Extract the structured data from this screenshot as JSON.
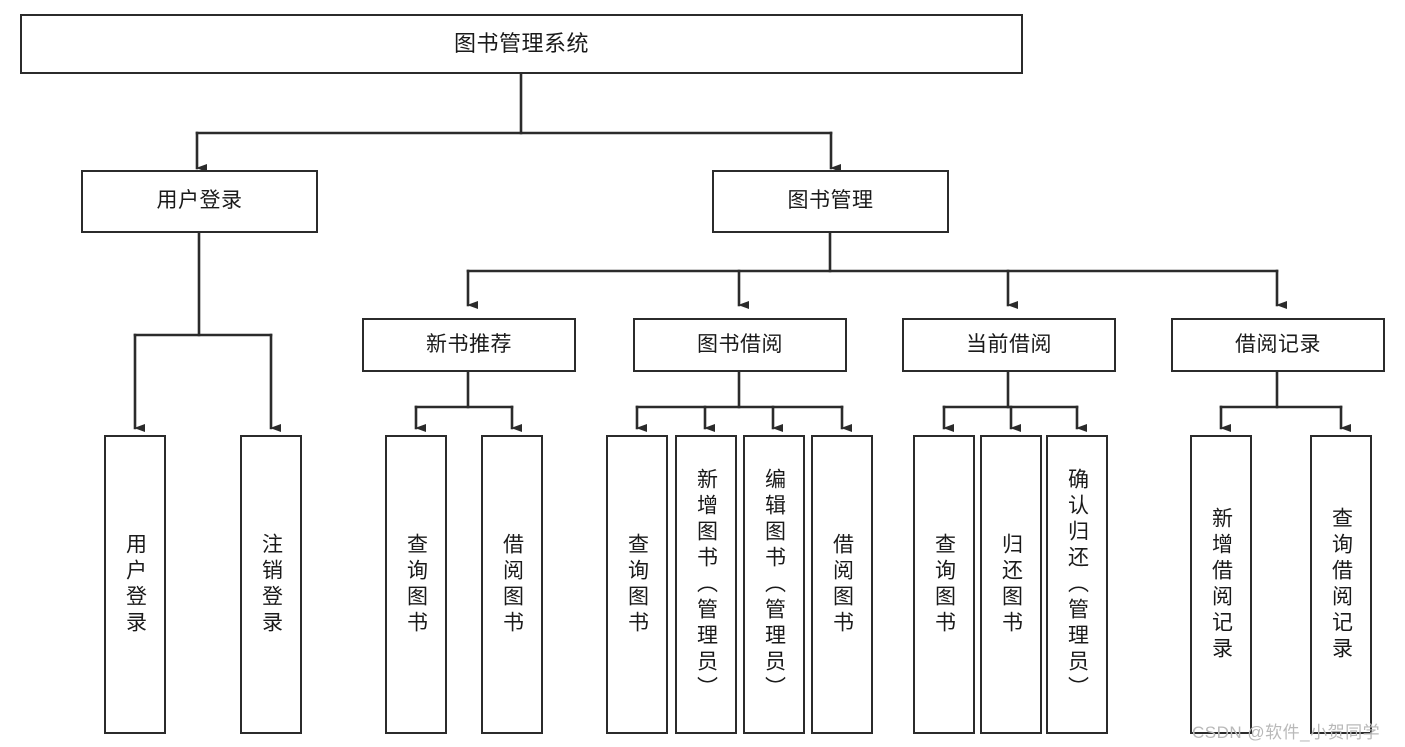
{
  "diagram": {
    "title": "图书管理系统",
    "type": "tree-hierarchy",
    "orientation": "top-down",
    "colors": {
      "box_border": "#2b2b2b",
      "box_fill": "#ffffff",
      "connector": "#2b2b2b",
      "text": "#1a1a1a",
      "watermark": "#b9b9b9",
      "background": "#ffffff"
    },
    "root": {
      "id": "root",
      "label": "图书管理系统"
    },
    "level1": [
      {
        "id": "user-login",
        "label": "用户登录"
      },
      {
        "id": "book-management",
        "label": "图书管理"
      }
    ],
    "level2": [
      {
        "id": "new-book-recommend",
        "label": "新书推荐",
        "parent": "book-management"
      },
      {
        "id": "book-borrow",
        "label": "图书借阅",
        "parent": "book-management"
      },
      {
        "id": "current-borrow",
        "label": "当前借阅",
        "parent": "book-management"
      },
      {
        "id": "borrow-record",
        "label": "借阅记录",
        "parent": "book-management"
      }
    ],
    "leaves": [
      {
        "id": "leaf-user-login",
        "label": "用户登录",
        "parent": "user-login"
      },
      {
        "id": "leaf-logout-login",
        "label": "注销登录",
        "parent": "user-login"
      },
      {
        "id": "leaf-query-book-1",
        "label": "查询图书",
        "parent": "new-book-recommend"
      },
      {
        "id": "leaf-borrow-book-1",
        "label": "借阅图书",
        "parent": "new-book-recommend"
      },
      {
        "id": "leaf-query-book-2",
        "label": "查询图书",
        "parent": "book-borrow"
      },
      {
        "id": "leaf-add-book",
        "label": "新增图书（管理员）",
        "parent": "book-borrow"
      },
      {
        "id": "leaf-edit-book",
        "label": "编辑图书（管理员）",
        "parent": "book-borrow"
      },
      {
        "id": "leaf-borrow-book-2",
        "label": "借阅图书",
        "parent": "book-borrow"
      },
      {
        "id": "leaf-query-book-3",
        "label": "查询图书",
        "parent": "current-borrow"
      },
      {
        "id": "leaf-return-book",
        "label": "归还图书",
        "parent": "current-borrow"
      },
      {
        "id": "leaf-confirm-return",
        "label": "确认归还（管理员）",
        "parent": "current-borrow"
      },
      {
        "id": "leaf-add-record",
        "label": "新增借阅记录",
        "parent": "borrow-record"
      },
      {
        "id": "leaf-query-record",
        "label": "查询借阅记录",
        "parent": "borrow-record"
      }
    ],
    "watermark": "CSDN @软件_小贺同学"
  }
}
